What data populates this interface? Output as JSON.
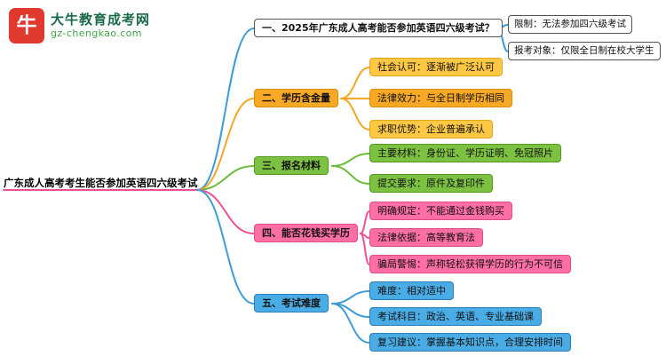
{
  "logo": {
    "name": "大牛教育成考网",
    "domain": "gz-chengkao.com",
    "icon_char": "牛"
  },
  "root": {
    "label": "广东成人高考考生能否参加英语四六级考试"
  },
  "branches": [
    {
      "label": "一、2025年广东成人高考能否参加英语四六级考试？",
      "children": [
        {
          "label": "限制：无法参加四六级考试"
        },
        {
          "label": "报考对象：仅限全日制在校大学生"
        }
      ]
    },
    {
      "label": "二、学历含金量",
      "children": [
        {
          "label": "社会认可：逐渐被广泛认可"
        },
        {
          "label": "法律效力：与全日制学历相同"
        },
        {
          "label": "求职优势：企业普遍承认"
        }
      ]
    },
    {
      "label": "三、报名材料",
      "children": [
        {
          "label": "主要材料：身份证、学历证明、免冠照片"
        },
        {
          "label": "提交要求：原件及复印件"
        }
      ]
    },
    {
      "label": "四、能否花钱买学历",
      "children": [
        {
          "label": "明确规定：不能通过金钱购买"
        },
        {
          "label": "法律依据：高等教育法"
        },
        {
          "label": "骗局警惕：声称轻松获得学历的行为不可信"
        }
      ]
    },
    {
      "label": "五、考试难度",
      "children": [
        {
          "label": "难度：相对适中"
        },
        {
          "label": "考试科目：政治、英语、专业基础课"
        },
        {
          "label": "复习建议：掌握基本知识点，合理安排时间"
        }
      ]
    }
  ],
  "colors": {
    "branch1_line": "#3E9CD8",
    "branch2_line": "#F5A623",
    "branch3_line": "#6CBB3C",
    "branch4_line": "#EF5097",
    "branch5_line": "#3E9CD8",
    "branch1_fill": "#FFFFFF",
    "branch2_fill_orange": "#F7A825",
    "branch2_fill_yellow": "#FFC844",
    "branch3_fill": "#7DC142",
    "branch4_fill": "#FF6EA5",
    "branch5_fill": "#4AACE4",
    "logo_red": "#E03A2F",
    "logo_green": "#1B6B4A",
    "logo_domain_green": "#3FA544"
  }
}
